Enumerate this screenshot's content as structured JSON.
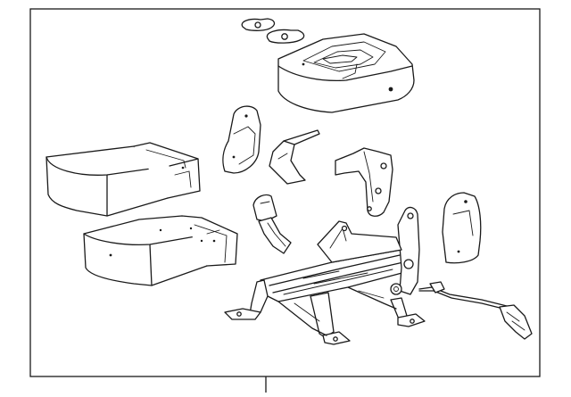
{
  "diagram": {
    "line_color": "#1a1a1a",
    "background_color": "#ffffff",
    "parts": [
      "seat-washers",
      "center-console-lid",
      "seat-cushion-top",
      "seat-cushion-bottom",
      "side-trim-panel-left",
      "side-trim-bracket",
      "mount-bracket",
      "seat-belt-buckle",
      "seat-frame",
      "side-trim-panel-right",
      "seat-belt-harness"
    ]
  }
}
